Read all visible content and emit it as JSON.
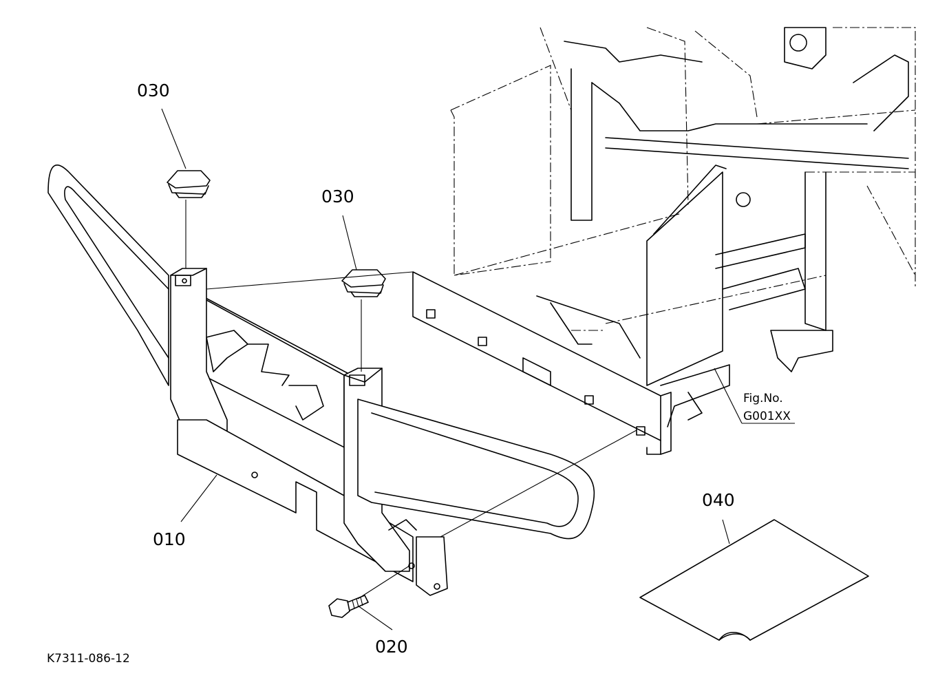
{
  "callouts": {
    "p010": "010",
    "p020": "020",
    "p030a": "030",
    "p030b": "030",
    "p040": "040"
  },
  "figref": {
    "line1": "Fig.No.",
    "line2": "G001XX"
  },
  "drawing_number": "K7311-086-12",
  "icons": [
    "hex-bolt-icon",
    "square-cap-icon",
    "label-sheet-icon"
  ]
}
